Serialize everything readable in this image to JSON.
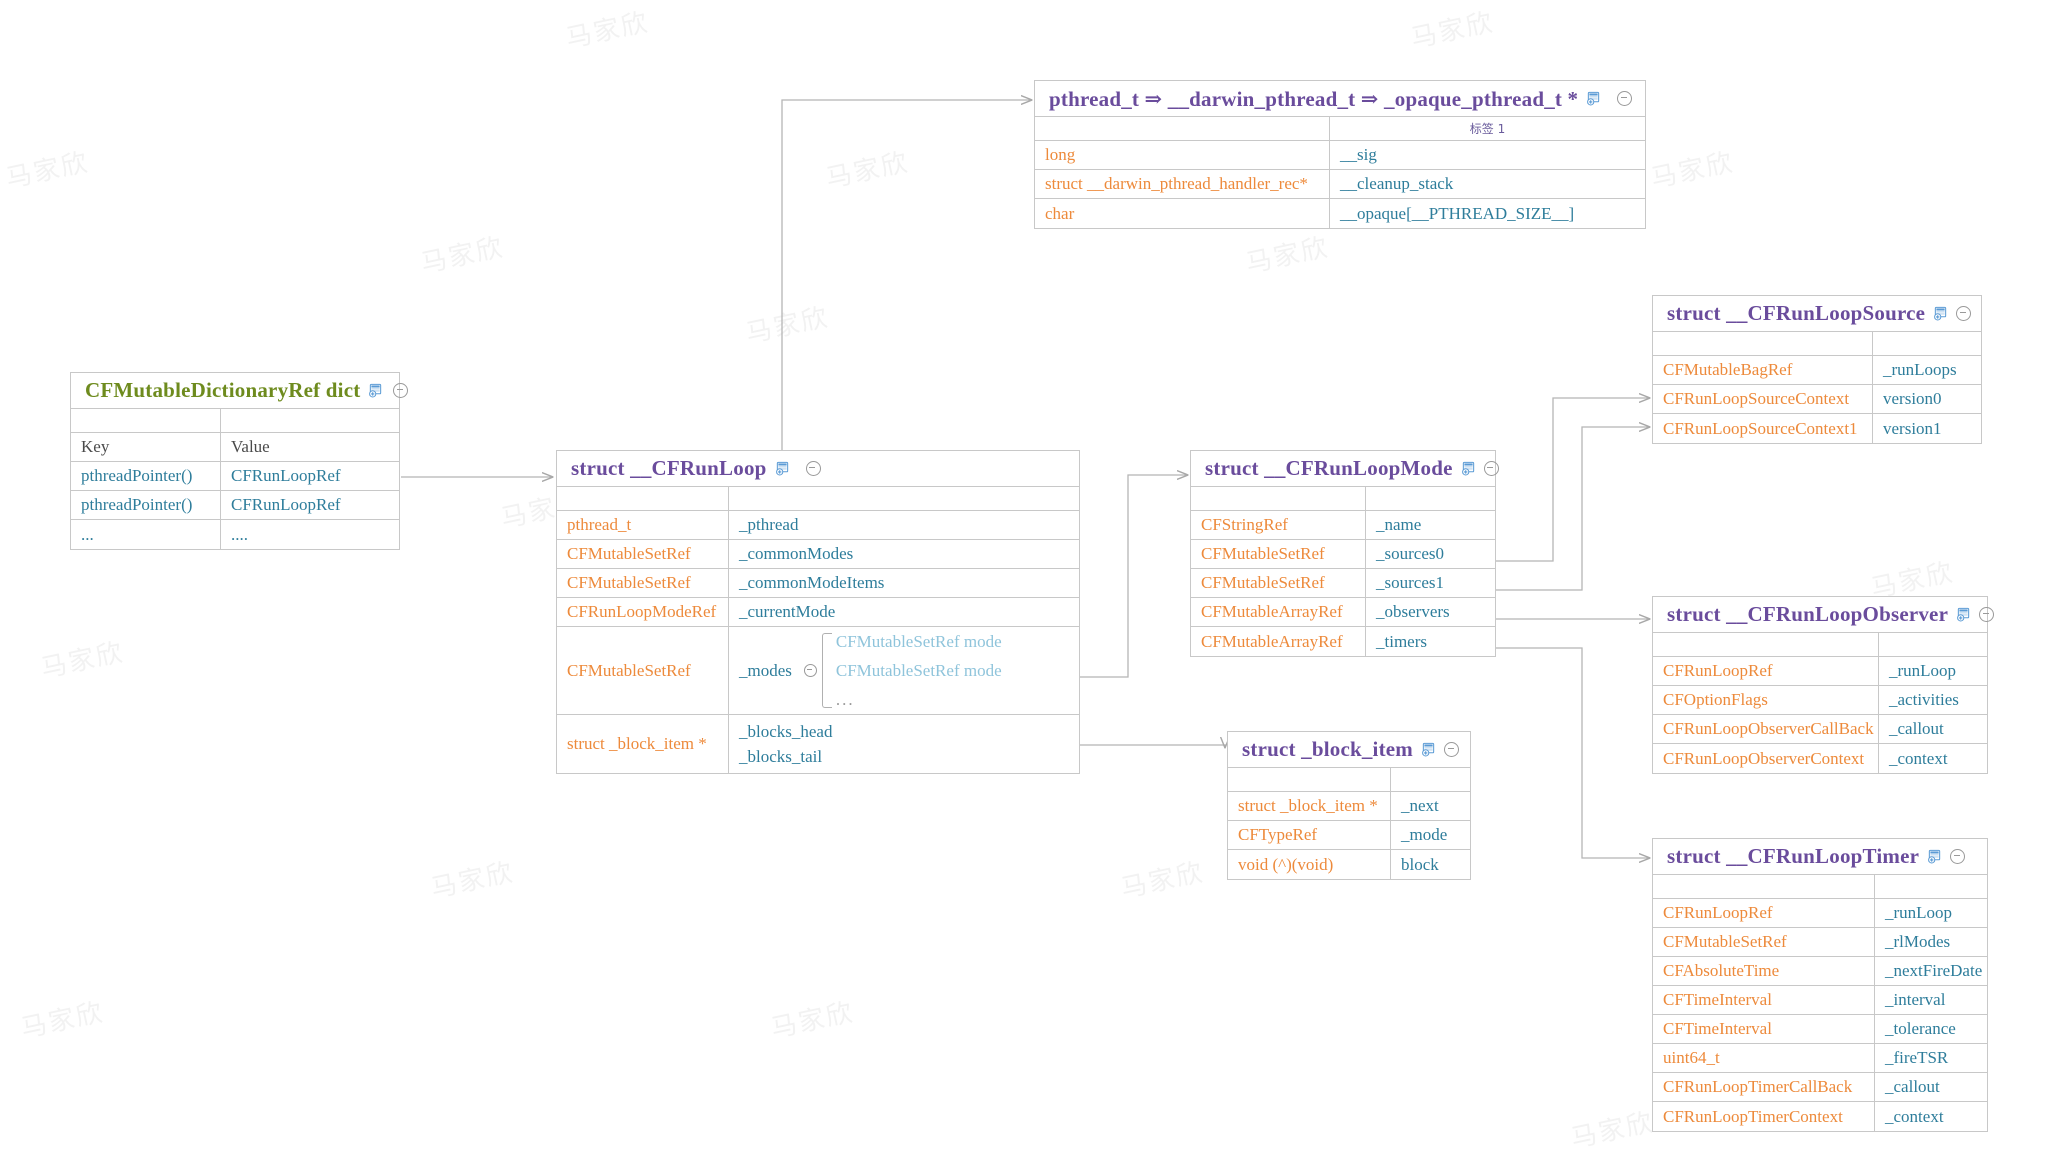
{
  "meta": {
    "watermark_text": "马家欣",
    "colors": {
      "type_orange": "#ED8A3B",
      "member_blue": "#2E7D9B",
      "title_purple": "#6A4C9C",
      "title_green": "#6E8B1E",
      "nested_light_blue": "#8FC4DB",
      "border_gray": "#c8c8c8",
      "wire_gray": "#b5b5b5",
      "background": "#ffffff"
    }
  },
  "icons": {
    "add_table": "add-table-icon",
    "collapse": "collapse-circle-icon",
    "expand_dot": "expand-dot-icon"
  },
  "tables": {
    "pthread": {
      "title": "pthread_t  ⇒  __darwin_pthread_t  ⇒  _opaque_pthread_t *",
      "label_col2": "标签 1",
      "rows": [
        {
          "type": "long",
          "name": "__sig"
        },
        {
          "type": "struct __darwin_pthread_handler_rec*",
          "name": "__cleanup_stack"
        },
        {
          "type": "char",
          "name": "__opaque[__PTHREAD_SIZE__]"
        }
      ]
    },
    "dict": {
      "title": "CFMutableDictionaryRef dict",
      "head": {
        "key": "Key",
        "value": "Value"
      },
      "rows": [
        {
          "key": "pthreadPointer()",
          "value": "CFRunLoopRef"
        },
        {
          "key": "pthreadPointer()",
          "value": "CFRunLoopRef"
        },
        {
          "key": "...",
          "value": "...."
        }
      ]
    },
    "runloop": {
      "title": "struct  __CFRunLoop",
      "rows": [
        {
          "type": "pthread_t",
          "name": "_pthread"
        },
        {
          "type": "CFMutableSetRef",
          "name": "_commonModes"
        },
        {
          "type": "CFMutableSetRef",
          "name": "_commonModeItems"
        },
        {
          "type": "CFRunLoopModeRef",
          "name": "_currentMode"
        }
      ],
      "modes_row": {
        "type": "CFMutableSetRef",
        "name": "_modes",
        "items": [
          "CFMutableSetRef mode",
          "CFMutableSetRef mode",
          "..."
        ]
      },
      "blocks_row": {
        "type": "struct _block_item *",
        "names": [
          "_blocks_head",
          "_blocks_tail"
        ]
      }
    },
    "runloopmode": {
      "title": "struct  __CFRunLoopMode",
      "rows": [
        {
          "type": "CFStringRef",
          "name": "_name"
        },
        {
          "type": "CFMutableSetRef",
          "name": "_sources0"
        },
        {
          "type": "CFMutableSetRef",
          "name": "_sources1"
        },
        {
          "type": "CFMutableArrayRef",
          "name": "_observers"
        },
        {
          "type": "CFMutableArrayRef",
          "name": "_timers"
        }
      ]
    },
    "blockitem": {
      "title": "struct _block_item",
      "rows": [
        {
          "type": "struct _block_item *",
          "name": "_next"
        },
        {
          "type": "CFTypeRef",
          "name": "_mode"
        },
        {
          "type": "void (^)(void)",
          "name": "block"
        }
      ]
    },
    "source": {
      "title": "struct __CFRunLoopSource",
      "rows": [
        {
          "type": "CFMutableBagRef",
          "name": "_runLoops"
        },
        {
          "type": "CFRunLoopSourceContext",
          "name": "version0"
        },
        {
          "type": "CFRunLoopSourceContext1",
          "name": "version1"
        }
      ]
    },
    "observer": {
      "title": "struct __CFRunLoopObserver",
      "rows": [
        {
          "type": "CFRunLoopRef",
          "name": "_runLoop"
        },
        {
          "type": "CFOptionFlags",
          "name": "_activities"
        },
        {
          "type": "CFRunLoopObserverCallBack",
          "name": "_callout"
        },
        {
          "type": "CFRunLoopObserverContext",
          "name": "_context"
        }
      ]
    },
    "timer": {
      "title": "struct __CFRunLoopTimer",
      "rows": [
        {
          "type": "CFRunLoopRef",
          "name": "_runLoop"
        },
        {
          "type": "CFMutableSetRef",
          "name": "_rlModes"
        },
        {
          "type": "CFAbsoluteTime",
          "name": "_nextFireDate"
        },
        {
          "type": "CFTimeInterval",
          "name": "_interval"
        },
        {
          "type": "CFTimeInterval",
          "name": "_tolerance"
        },
        {
          "type": "uint64_t",
          "name": "_fireTSR"
        },
        {
          "type": "CFRunLoopTimerCallBack",
          "name": "_callout"
        },
        {
          "type": "CFRunLoopTimerContext",
          "name": "_context"
        }
      ]
    }
  }
}
